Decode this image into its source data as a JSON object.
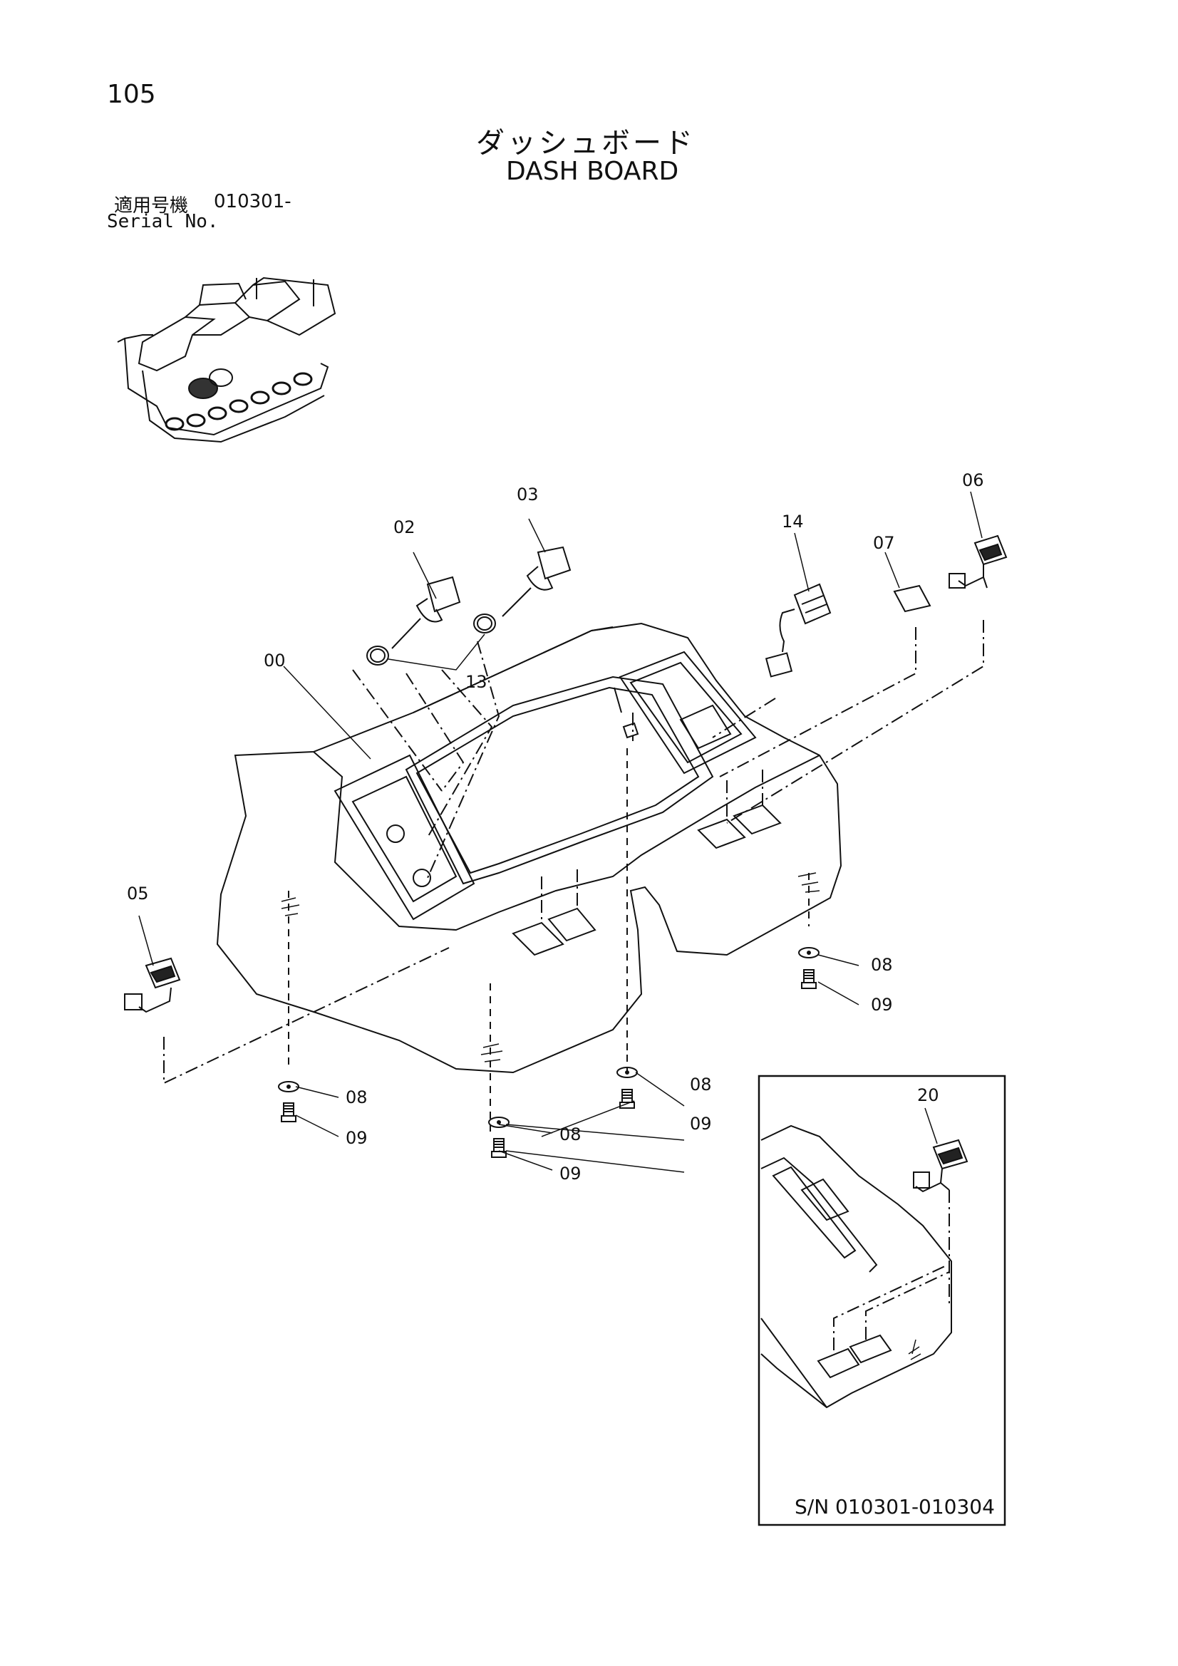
{
  "header": {
    "page_number": "105",
    "title_japanese": "ダッシュボード",
    "title_english": "DASH BOARD",
    "serial_label_japanese": "適用号機",
    "serial_value": "010301-",
    "serial_label_english": "Serial No."
  },
  "callouts": {
    "c00": "00",
    "c02": "02",
    "c03": "03",
    "c05": "05",
    "c06": "06",
    "c07": "07",
    "c08": "08",
    "c09": "09",
    "c13": "13",
    "c14": "14",
    "c20": "20"
  },
  "inset": {
    "serial_range": "S/N 010301-010304"
  }
}
